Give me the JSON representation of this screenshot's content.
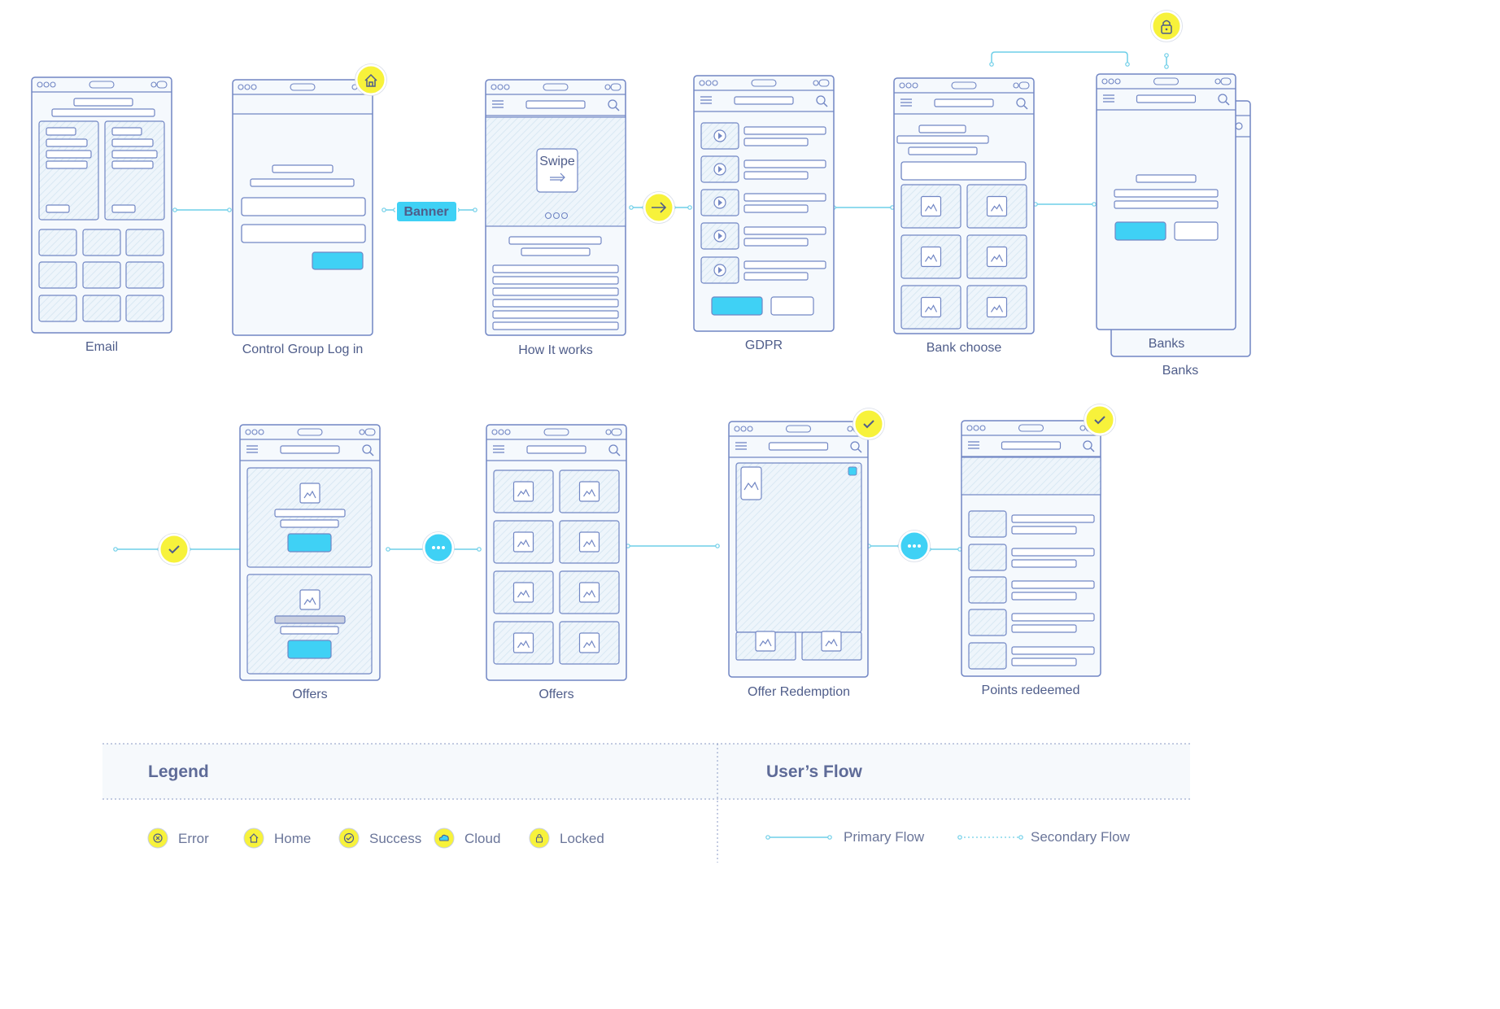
{
  "screens": {
    "email": "Email",
    "control_group_login": "Control Group Log in",
    "how_it_works": "How It works",
    "gdpr": "GDPR",
    "bank_choose": "Bank choose",
    "banks_front": "Banks",
    "banks_back": "Banks",
    "offers_1": "Offers",
    "offers_2": "Offers",
    "offer_redemption": "Offer Redemption",
    "points_redeemed": "Points redeemed"
  },
  "tags": {
    "banner": "Banner",
    "swipe": "Swipe"
  },
  "legend": {
    "title": "Legend",
    "items": [
      "Error",
      "Home",
      "Success",
      "Cloud",
      "Locked"
    ]
  },
  "users_flow": {
    "title": "User’s Flow",
    "primary": "Primary Flow",
    "secondary": "Secondary Flow"
  },
  "colors": {
    "stroke": "#7186c4",
    "fill": "#f5f9fd",
    "accent_cyan": "#3fd1f5",
    "yellow": "#f7f23b",
    "connector": "#6fcfe8",
    "text": "#4f5d8a"
  },
  "icons": [
    "home-icon",
    "arrow-right-icon",
    "success-check-icon",
    "more-dots-icon",
    "lock-icon",
    "error-icon",
    "cloud-icon",
    "image-icon",
    "play-icon",
    "search-icon",
    "menu-icon"
  ]
}
